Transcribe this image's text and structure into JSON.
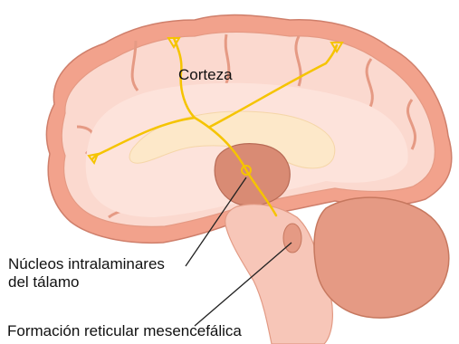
{
  "labels": {
    "cortex": "Corteza",
    "intralaminar_line1": "Núcleos intralaminares",
    "intralaminar_line2": "del tálamo",
    "reticular": "Formación reticular mesencefálica"
  },
  "colors": {
    "cortex_outer": "#f2a28c",
    "cortex_inner": "#fbd9cf",
    "white_matter": "#fde3db",
    "corpus_callosum": "#fde8c9",
    "thalamus": "#d98b74",
    "brainstem": "#f7c6b8",
    "cerebellum": "#e59a84",
    "pathway": "#f5c400",
    "leader_lines": "#222222"
  },
  "icons": [
    "brain-sagittal-illustration"
  ]
}
